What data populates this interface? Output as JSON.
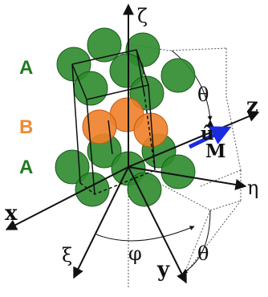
{
  "layers": {
    "top": "A",
    "middle": "B",
    "bottom": "A"
  },
  "axes": {
    "zeta": "ζ",
    "eta": "η",
    "xi": "ξ",
    "x": "x",
    "y": "y",
    "z": "z"
  },
  "angles": {
    "theta_upper": "θ",
    "theta_lower": "θ",
    "phi": "φ"
  },
  "vectors": {
    "unit": "û",
    "magnetization": "M"
  },
  "colors": {
    "atom_a": "#2e8b2e",
    "atom_a_edge": "#1a5a1a",
    "atom_b": "#f07f2a",
    "atom_b_edge": "#b85a14",
    "label_a": "#1f7a1f",
    "label_b": "#f08a30",
    "vector_m": "#1a2be0"
  }
}
